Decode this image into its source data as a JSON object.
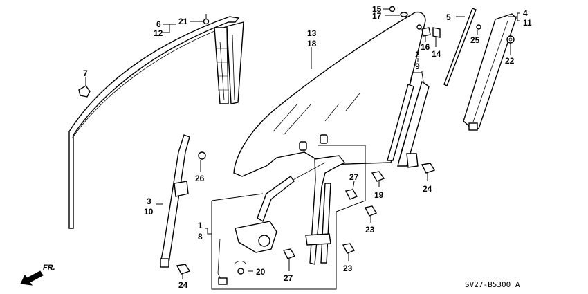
{
  "diagram": {
    "drawing_code": "SV27-B5300 A",
    "direction_label": "FR.",
    "callouts": {
      "c1": "1",
      "c2": "2",
      "c3": "3",
      "c4": "4",
      "c5": "5",
      "c6": "6",
      "c7": "7",
      "c8": "8",
      "c9": "9",
      "c10": "10",
      "c11": "11",
      "c12": "12",
      "c13": "13",
      "c14": "14",
      "c15": "15",
      "c16": "16",
      "c17": "17",
      "c18": "18",
      "c19": "19",
      "c20": "20",
      "c21": "21",
      "c22": "22",
      "c23a": "23",
      "c23b": "23",
      "c24a": "24",
      "c24b": "24",
      "c25": "25",
      "c26": "26",
      "c27a": "27",
      "c27b": "27"
    },
    "colors": {
      "ink": "#000000",
      "paper": "#ffffff"
    }
  }
}
